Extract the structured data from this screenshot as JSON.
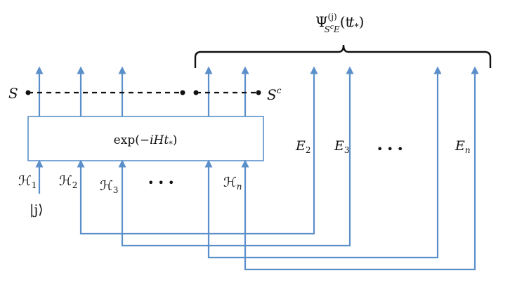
{
  "labels": {
    "psi_main": "Ψ",
    "psi_sup": "(j)",
    "psi_sub_s": "S",
    "psi_sub_c": "c",
    "psi_sub_e": "E",
    "psi_arg": "(t",
    "psi_arg_star": "*",
    "psi_arg_close": ")",
    "s_left": "S",
    "s_right": "S",
    "s_right_sup": "c",
    "gate_pre": "exp(−",
    "gate_mid": "iHt",
    "gate_star": "*",
    "gate_post": ")",
    "h1": "ℋ",
    "h1_sub": "1",
    "h2": "ℋ",
    "h2_sub": "2",
    "h3": "ℋ",
    "h3_sub": "3",
    "hn": "ℋ",
    "hn_sub": "n",
    "ket": "|j⟩",
    "e2": "E",
    "e2_sub": "2",
    "e3": "E",
    "e3_sub": "3",
    "en": "E",
    "en_sub": "n",
    "dots_h": "• • •",
    "dots_e": "• • •"
  },
  "colors": {
    "wire": "#5b8fc9",
    "ink": "#111111"
  }
}
